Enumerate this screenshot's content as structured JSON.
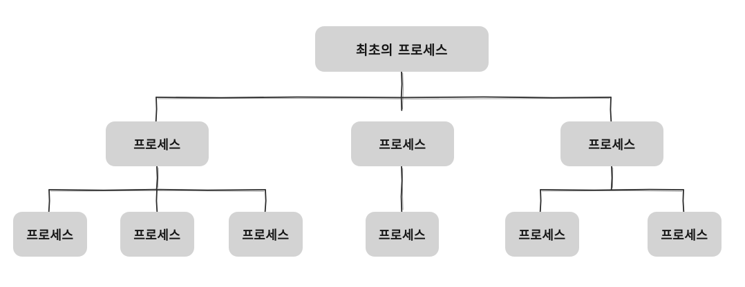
{
  "diagram": {
    "root": {
      "label": "최초의 프로세스"
    },
    "children": [
      {
        "label": "프로세스",
        "children": [
          {
            "label": "프로세스"
          },
          {
            "label": "프로세스"
          },
          {
            "label": "프로세스"
          }
        ]
      },
      {
        "label": "프로세스",
        "children": [
          {
            "label": "프로세스"
          }
        ]
      },
      {
        "label": "프로세스",
        "children": [
          {
            "label": "프로세스"
          },
          {
            "label": "프로세스"
          }
        ]
      }
    ]
  },
  "colors": {
    "node_fill": "#d3d3d3",
    "line": "#2b2b2b",
    "text": "#151515",
    "background": "#ffffff"
  }
}
